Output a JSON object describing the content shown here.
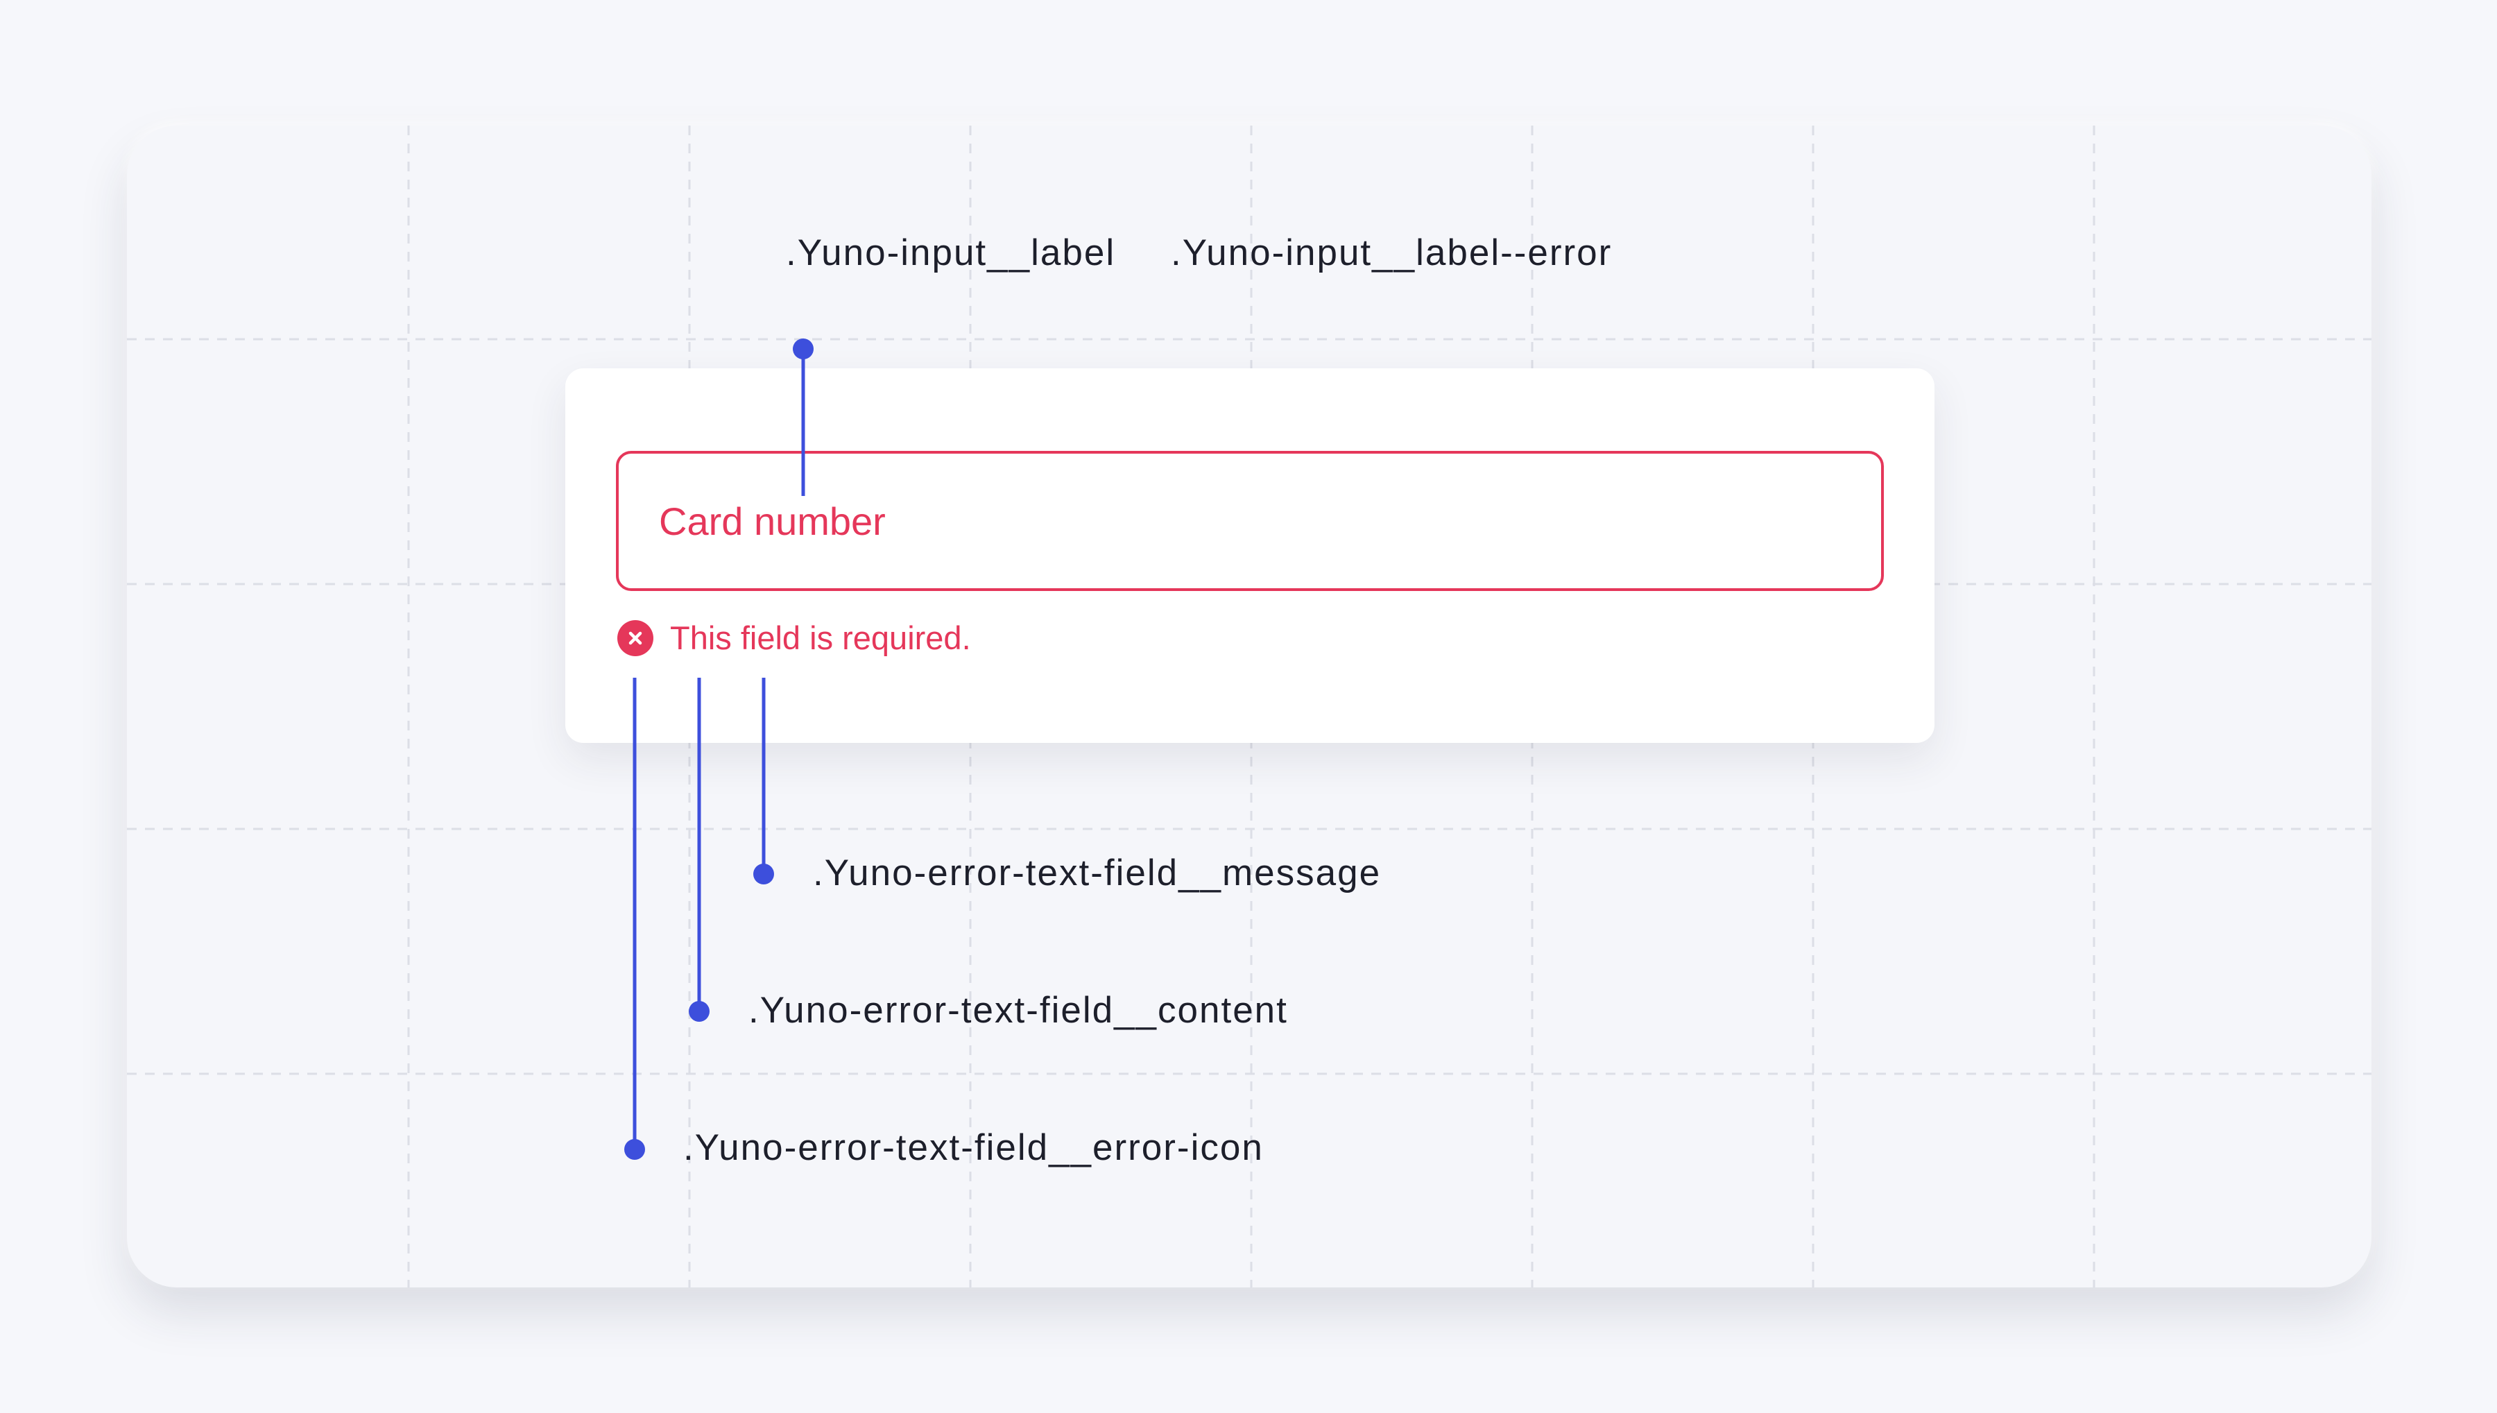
{
  "annotations": {
    "input_label": ".Yuno-input__label",
    "input_label_error": ".Yuno-input__label--error",
    "error_message": ".Yuno-error-text-field__message",
    "error_content": ".Yuno-error-text-field__content",
    "error_icon": ".Yuno-error-text-field__error-icon"
  },
  "field": {
    "label": "Card number",
    "error_text": "This field is required.",
    "error_icon": "close-circle-icon"
  },
  "colors": {
    "error": "#e5375a",
    "connector": "#3d4fdc",
    "background": "#f5f6fa",
    "text": "#1d1f2b"
  }
}
